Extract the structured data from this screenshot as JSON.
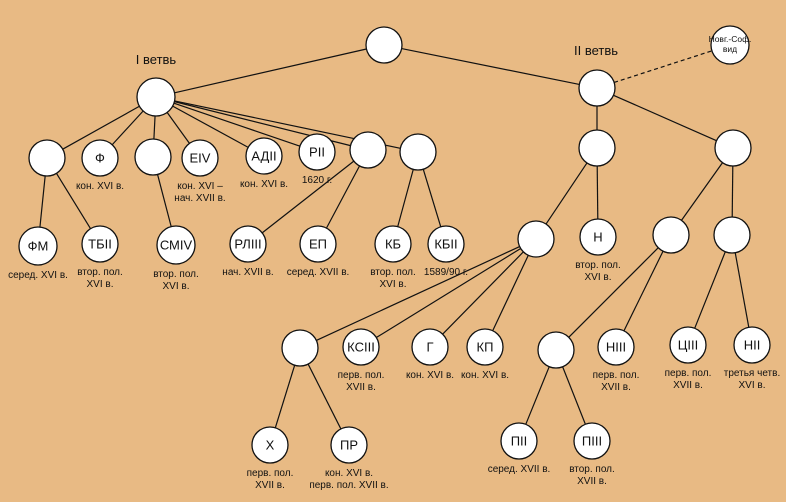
{
  "branches": [
    "I ветвь",
    "II ветвь"
  ],
  "nodes": [
    {
      "id": "root",
      "label": "",
      "date": []
    },
    {
      "id": "b1",
      "label": "",
      "date": []
    },
    {
      "id": "b2",
      "label": "",
      "date": []
    },
    {
      "id": "nsv",
      "label": [
        "Новг.-Соф.",
        "вид"
      ],
      "date": []
    },
    {
      "id": "fm-parent",
      "label": "",
      "date": []
    },
    {
      "id": "f",
      "label": "Ф",
      "date": [
        "кон. XVI в."
      ]
    },
    {
      "id": "cmiv-parent",
      "label": "",
      "date": []
    },
    {
      "id": "eiv",
      "label": "ЕIV",
      "date": [
        "кон. XVI –",
        "нач. XVII в."
      ]
    },
    {
      "id": "adii",
      "label": "АДII",
      "date": [
        "кон. XVI в."
      ]
    },
    {
      "id": "rii",
      "label": "РII",
      "date": [
        "1620 г."
      ]
    },
    {
      "id": "rliii-parent",
      "label": "",
      "date": []
    },
    {
      "id": "kb-parent",
      "label": "",
      "date": []
    },
    {
      "id": "fm",
      "label": "ФМ",
      "date": [
        "серед. XVI в."
      ]
    },
    {
      "id": "tbii",
      "label": "ТБII",
      "date": [
        "втор. пол.",
        "XVI в."
      ]
    },
    {
      "id": "cmiv",
      "label": "СМIV",
      "date": [
        "втор. пол.",
        "XVI в."
      ]
    },
    {
      "id": "rliii",
      "label": "РЛIII",
      "date": [
        "нач. XVII в."
      ]
    },
    {
      "id": "ep",
      "label": "ЕП",
      "date": [
        "серед. XVII в."
      ]
    },
    {
      "id": "kb",
      "label": "КБ",
      "date": [
        "втор. пол.",
        "XVI в."
      ]
    },
    {
      "id": "kbii",
      "label": "КБII",
      "date": [
        "1589/90 г."
      ]
    },
    {
      "id": "b2-left",
      "label": "",
      "date": []
    },
    {
      "id": "b2-right",
      "label": "",
      "date": []
    },
    {
      "id": "b2-ll",
      "label": "",
      "date": []
    },
    {
      "id": "n",
      "label": "Н",
      "date": [
        "втор. пол.",
        "XVI в."
      ]
    },
    {
      "id": "b2-rl",
      "label": "",
      "date": []
    },
    {
      "id": "b2-rr",
      "label": "",
      "date": []
    },
    {
      "id": "x-parent",
      "label": "",
      "date": []
    },
    {
      "id": "ksiii",
      "label": "КСIII",
      "date": [
        "перв. пол.",
        "XVII в."
      ]
    },
    {
      "id": "g",
      "label": "Г",
      "date": [
        "кон. XVI в."
      ]
    },
    {
      "id": "kp",
      "label": "КП",
      "date": [
        "кон. XVI в."
      ]
    },
    {
      "id": "piii-parent",
      "label": "",
      "date": []
    },
    {
      "id": "niii",
      "label": "НIII",
      "date": [
        "перв. пол.",
        "XVII в."
      ]
    },
    {
      "id": "tsiii",
      "label": "ЦIII",
      "date": [
        "перв. пол.",
        "XVII в."
      ]
    },
    {
      "id": "nii",
      "label": "НII",
      "date": [
        "третья четв.",
        "XVI в."
      ]
    },
    {
      "id": "x",
      "label": "Х",
      "date": [
        "перв. пол.",
        "XVII в."
      ]
    },
    {
      "id": "pr",
      "label": "ПР",
      "date": [
        "кон. XVI в.",
        "перв. пол. XVII в."
      ]
    },
    {
      "id": "pii",
      "label": "ПII",
      "date": [
        "серед. XVII в."
      ]
    },
    {
      "id": "piii",
      "label": "ПIII",
      "date": [
        "втор. пол.",
        "XVII в."
      ]
    }
  ]
}
